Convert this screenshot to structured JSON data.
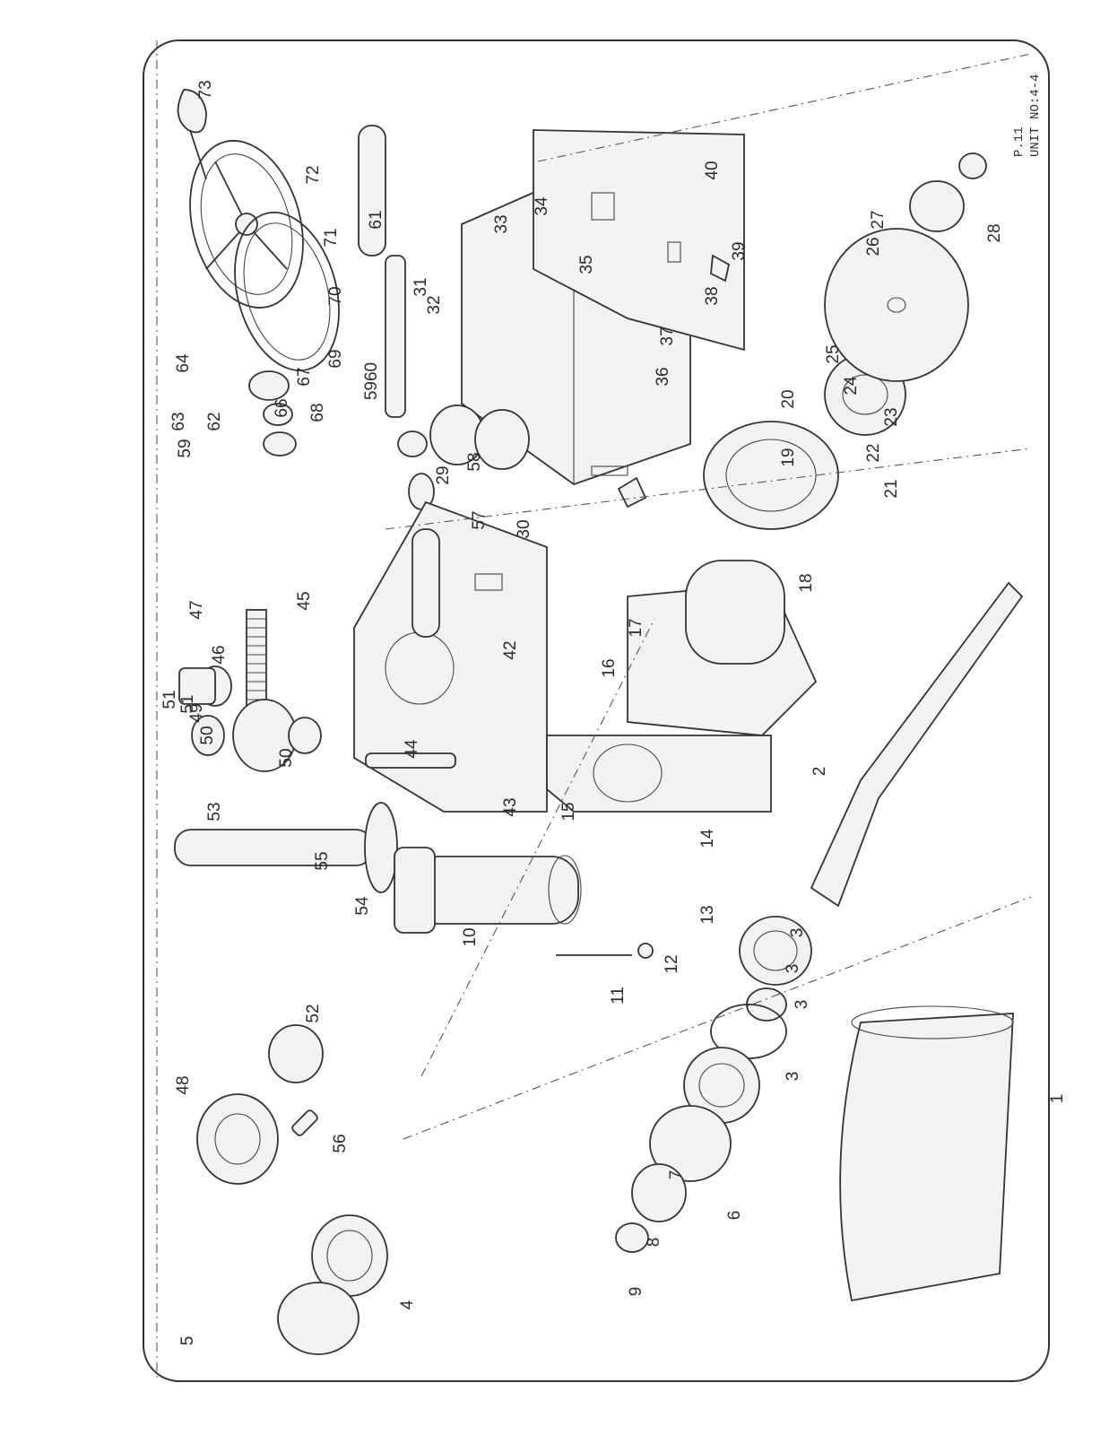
{
  "sheet": {
    "page": "P.11",
    "unit": "UNIT NO:4-4"
  },
  "callouts": [
    {
      "id": "c73",
      "text": "73"
    },
    {
      "id": "c72",
      "text": "72"
    },
    {
      "id": "c71",
      "text": "71"
    },
    {
      "id": "c70",
      "text": "70"
    },
    {
      "id": "c69",
      "text": "69"
    },
    {
      "id": "c68",
      "text": "68"
    },
    {
      "id": "c67",
      "text": "67"
    },
    {
      "id": "c66",
      "text": "66"
    },
    {
      "id": "c64",
      "text": "64"
    },
    {
      "id": "c63",
      "text": "63"
    },
    {
      "id": "c62",
      "text": "62"
    },
    {
      "id": "c61",
      "text": "61"
    },
    {
      "id": "c5960",
      "text": "5960"
    },
    {
      "id": "c59",
      "text": "59"
    },
    {
      "id": "c58",
      "text": "58"
    },
    {
      "id": "c57",
      "text": "57"
    },
    {
      "id": "c40",
      "text": "40"
    },
    {
      "id": "c39",
      "text": "39"
    },
    {
      "id": "c38",
      "text": "38"
    },
    {
      "id": "c37",
      "text": "37"
    },
    {
      "id": "c36",
      "text": "36"
    },
    {
      "id": "c35",
      "text": "35"
    },
    {
      "id": "c34",
      "text": "34"
    },
    {
      "id": "c33",
      "text": "33"
    },
    {
      "id": "c32",
      "text": "32"
    },
    {
      "id": "c31",
      "text": "31"
    },
    {
      "id": "c30",
      "text": "30"
    },
    {
      "id": "c29",
      "text": "29"
    },
    {
      "id": "c28",
      "text": "28"
    },
    {
      "id": "c27",
      "text": "27"
    },
    {
      "id": "c26",
      "text": "26"
    },
    {
      "id": "c25",
      "text": "25"
    },
    {
      "id": "c24",
      "text": "24"
    },
    {
      "id": "c23",
      "text": "23"
    },
    {
      "id": "c22",
      "text": "22"
    },
    {
      "id": "c21",
      "text": "21"
    },
    {
      "id": "c20",
      "text": "20"
    },
    {
      "id": "c19",
      "text": "19"
    },
    {
      "id": "c18",
      "text": "18"
    },
    {
      "id": "c17",
      "text": "17"
    },
    {
      "id": "c16",
      "text": "16"
    },
    {
      "id": "c15",
      "text": "15"
    },
    {
      "id": "c14",
      "text": "14"
    },
    {
      "id": "c13",
      "text": "13"
    },
    {
      "id": "c12",
      "text": "12"
    },
    {
      "id": "c11",
      "text": "11"
    },
    {
      "id": "c10",
      "text": "10"
    },
    {
      "id": "c9",
      "text": "9"
    },
    {
      "id": "c8",
      "text": "8"
    },
    {
      "id": "c7",
      "text": "7"
    },
    {
      "id": "c6",
      "text": "6"
    },
    {
      "id": "c5",
      "text": "5"
    },
    {
      "id": "c4",
      "text": "4"
    },
    {
      "id": "c3a",
      "text": "3"
    },
    {
      "id": "c3b",
      "text": "3"
    },
    {
      "id": "c3c",
      "text": "3"
    },
    {
      "id": "c3d",
      "text": "3"
    },
    {
      "id": "c2",
      "text": "2"
    },
    {
      "id": "c1",
      "text": "1"
    },
    {
      "id": "c42",
      "text": "42"
    },
    {
      "id": "c43",
      "text": "43"
    },
    {
      "id": "c44",
      "text": "44"
    },
    {
      "id": "c45",
      "text": "45"
    },
    {
      "id": "c46",
      "text": "46"
    },
    {
      "id": "c47",
      "text": "47"
    },
    {
      "id": "c48",
      "text": "48"
    },
    {
      "id": "c49",
      "text": "49"
    },
    {
      "id": "c50a",
      "text": "50"
    },
    {
      "id": "c50b",
      "text": "50"
    },
    {
      "id": "c51a",
      "text": "51"
    },
    {
      "id": "c51b",
      "text": "51"
    },
    {
      "id": "c52",
      "text": "52"
    },
    {
      "id": "c53",
      "text": "53"
    },
    {
      "id": "c54",
      "text": "54"
    },
    {
      "id": "c55",
      "text": "55"
    },
    {
      "id": "c56",
      "text": "56"
    }
  ]
}
